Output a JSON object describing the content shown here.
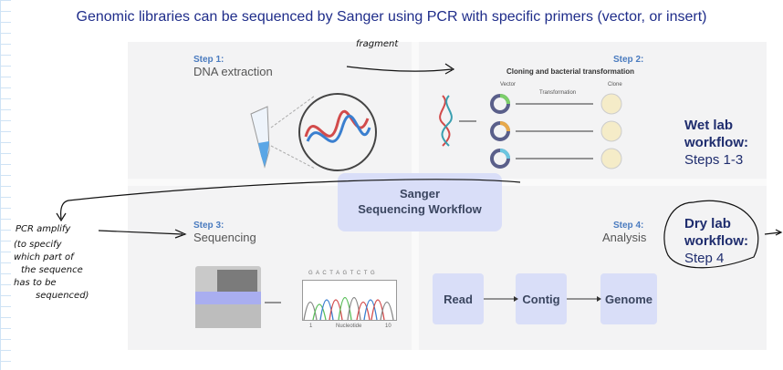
{
  "title": "Genomic libraries can be sequenced by Sanger using PCR with specific primers (vector, or insert)",
  "steps": [
    {
      "label": "Step 1:",
      "name": "DNA extraction"
    },
    {
      "label": "Step 2:",
      "name": "Cloning and bacterial transformation",
      "vector": "Vector",
      "transformation": "Transformation",
      "clone": "Clone"
    },
    {
      "label": "Step 3:",
      "name": "Sequencing",
      "bases": "G A C T A G T C T G",
      "axis_start": "1",
      "axis_label": "Nucleotide",
      "axis_end": "10"
    },
    {
      "label": "Step 4:",
      "name": "Analysis",
      "boxes": [
        "Read",
        "Contig",
        "Genome"
      ]
    }
  ],
  "center": {
    "line1": "Sanger",
    "line2": "Sequencing Workflow"
  },
  "wet": {
    "title1": "Wet lab",
    "title2": "workflow:",
    "sub": "Steps 1-3"
  },
  "dry": {
    "title1": "Dry lab",
    "title2": "workflow:",
    "sub": "Step 4"
  },
  "annotations": {
    "fragment": "fragment",
    "pcr": "PCR amplify",
    "note": [
      "(to specify",
      "which part of",
      "the sequence",
      "has to be",
      "sequenced)"
    ]
  }
}
